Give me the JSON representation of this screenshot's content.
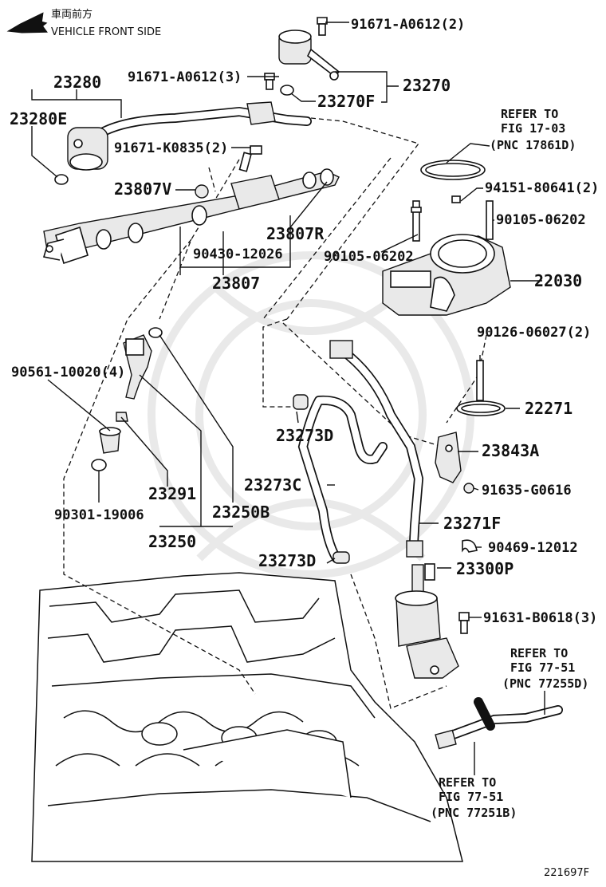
{
  "header": {
    "jp_text": "車両前方",
    "en_text": "VEHICLE FRONT SIDE"
  },
  "labels": {
    "l_91671_a0612_2": "91671-A0612(2)",
    "l_91671_a0612_3": "91671-A0612(3)",
    "l_23270": "23270",
    "l_23270f": "23270F",
    "l_23280": "23280",
    "l_23280e": "23280E",
    "l_91671_k0835_2": "91671-K0835(2)",
    "l_23807v": "23807V",
    "l_23807r": "23807R",
    "l_90430_12026": "90430-12026",
    "l_23807": "23807",
    "l_94151_80641_2": "94151-80641(2)",
    "l_90105_06202_r": "90105-06202",
    "l_90105_06202_l": "90105-06202",
    "l_22030": "22030",
    "l_90126_06027_2": "90126-06027(2)",
    "l_22271": "22271",
    "l_90561_10020_4": "90561-10020(4)",
    "l_23273d_top": "23273D",
    "l_23843a": "23843A",
    "l_23273c": "23273C",
    "l_91635_g0616": "91635-G0616",
    "l_23291": "23291",
    "l_90301_19006": "90301-19006",
    "l_23250b": "23250B",
    "l_23271f": "23271F",
    "l_23250": "23250",
    "l_90469_12012": "90469-12012",
    "l_23273d_bot": "23273D",
    "l_23300p": "23300P",
    "l_91631_b0618_3": "91631-B0618(3)"
  },
  "refs": {
    "fig17": [
      "REFER TO",
      "FIG 17-03",
      "(PNC 17861D)"
    ],
    "fig77a": [
      "REFER TO",
      "FIG 77-51",
      "(PNC 77255D)"
    ],
    "fig77b": [
      "REFER TO",
      "FIG 77-51",
      "(PNC 77251B)"
    ]
  },
  "footer": {
    "figure_id": "221697F"
  }
}
